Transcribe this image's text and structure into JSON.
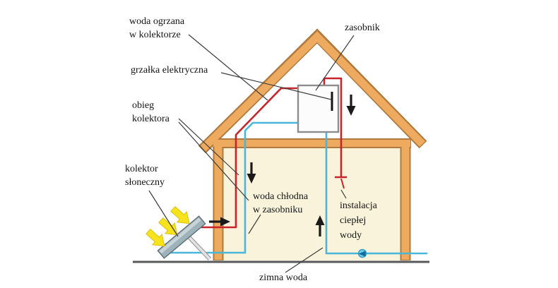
{
  "diagram": {
    "labels": {
      "heated_water": {
        "line1": "woda ogrzana",
        "line2": "w kolektorze"
      },
      "tank": {
        "line1": "zasobnik"
      },
      "electric_heater": {
        "line1": "grzałka elektryczna"
      },
      "collector_circuit": {
        "line1": "obieg",
        "line2": "kolektora"
      },
      "solar_collector": {
        "line1": "kolektor",
        "line2": "słoneczny"
      },
      "cold_water_tank": {
        "line1": "woda chłodna",
        "line2": "w zasobniku"
      },
      "hot_water_install": {
        "line1": "instalacja",
        "line2": "ciepłej",
        "line3": "wody"
      },
      "cold_water": {
        "line1": "zimna woda"
      }
    },
    "icons": {
      "flow_arrows": "black flow arrows (right, down x2, up)",
      "sun_rays": "three yellow arrows toward collector",
      "valve": "blue check-valve on cold water pipe",
      "faucet": "red tap on hot water pipe"
    },
    "colors": {
      "hot_pipe": "#c8242c",
      "cold_pipe": "#49b7da",
      "wood": "#eeab60",
      "wood_edge": "#b07a3e",
      "interior": "#f8f3da",
      "panel": "#9eb2b9",
      "sun_yellow": "#f6e31c",
      "ground": "#57585a"
    }
  }
}
